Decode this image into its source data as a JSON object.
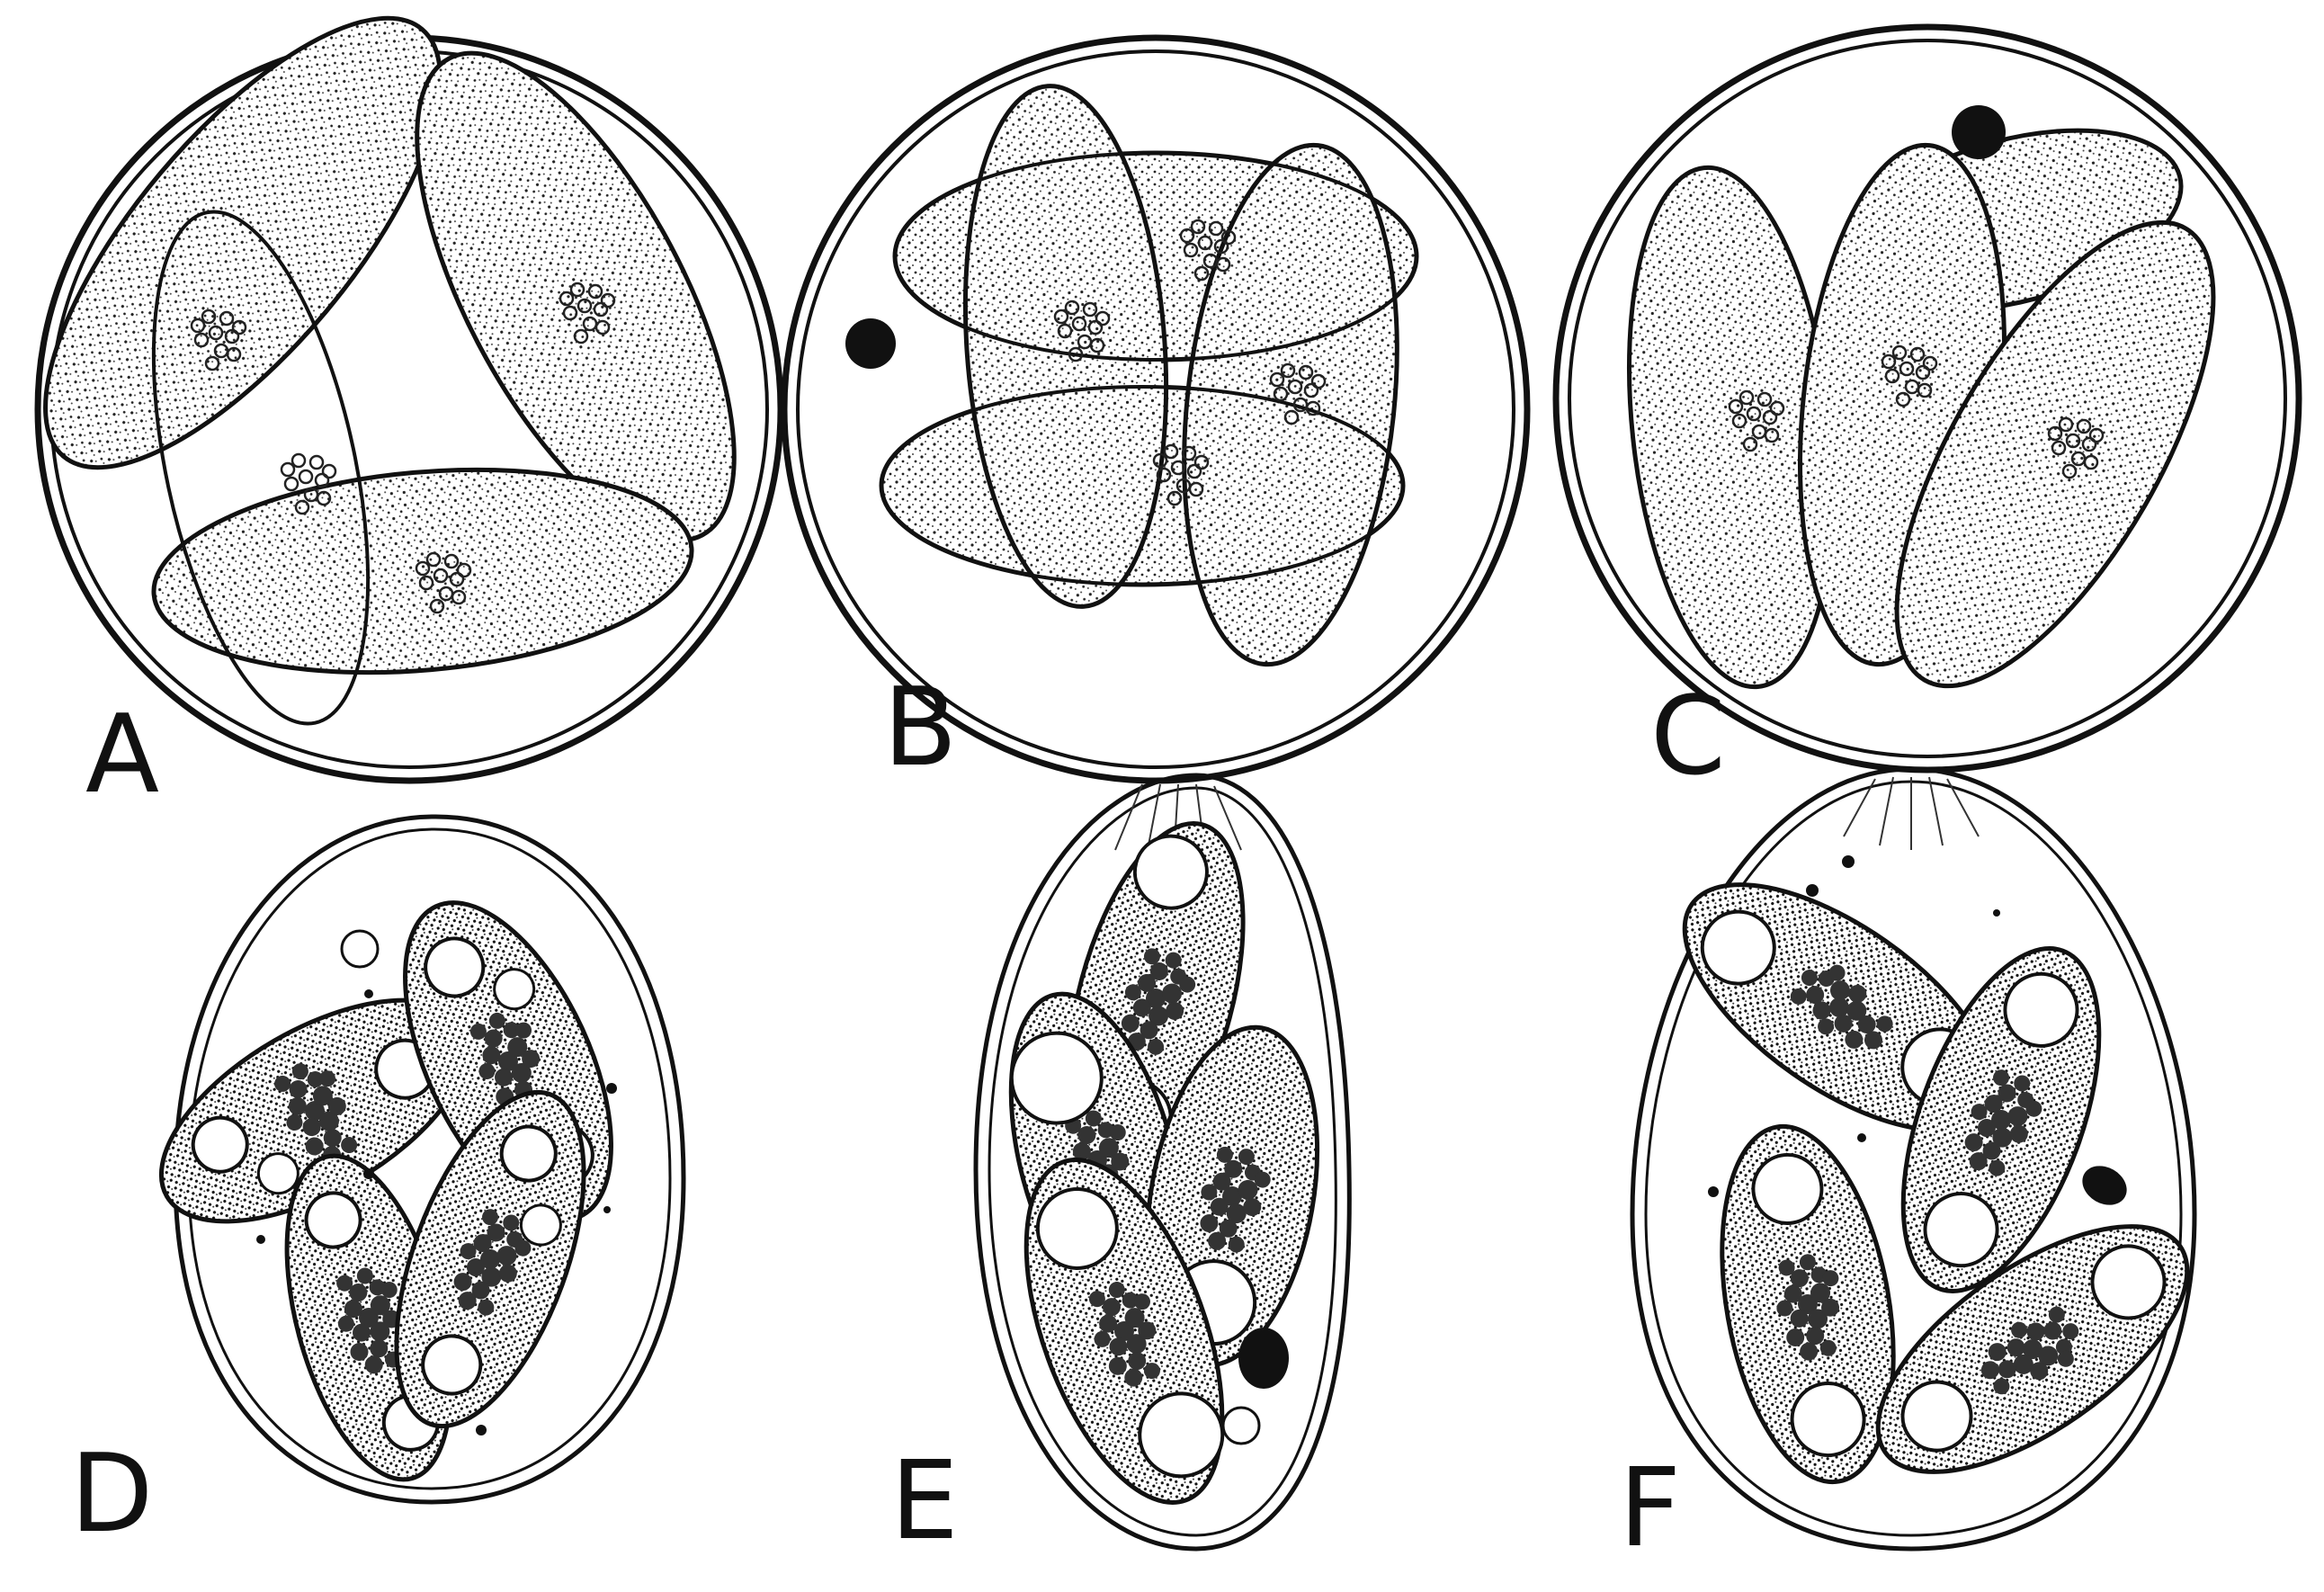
{
  "figure": {
    "panels": [
      {
        "id": "A",
        "label": "A",
        "shape": "spherical oocyst",
        "sporocysts": 4,
        "polar_granule": false,
        "micropyle": false
      },
      {
        "id": "B",
        "label": "B",
        "shape": "spherical oocyst",
        "sporocysts": 4,
        "polar_granule": true,
        "micropyle": false
      },
      {
        "id": "C",
        "label": "C",
        "shape": "spherical oocyst",
        "sporocysts": 4,
        "polar_granule": true,
        "micropyle": false
      },
      {
        "id": "D",
        "label": "D",
        "shape": "ovoid oocyst",
        "sporocysts": 4,
        "polar_granule": false,
        "micropyle": false
      },
      {
        "id": "E",
        "label": "E",
        "shape": "ellipsoidal oocyst",
        "sporocysts": 4,
        "polar_granule": true,
        "micropyle": true
      },
      {
        "id": "F",
        "label": "F",
        "shape": "ovoid oocyst",
        "sporocysts": 4,
        "polar_granule": true,
        "micropyle": true
      }
    ],
    "colors": {
      "ink": "#111111",
      "background": "#ffffff"
    }
  }
}
